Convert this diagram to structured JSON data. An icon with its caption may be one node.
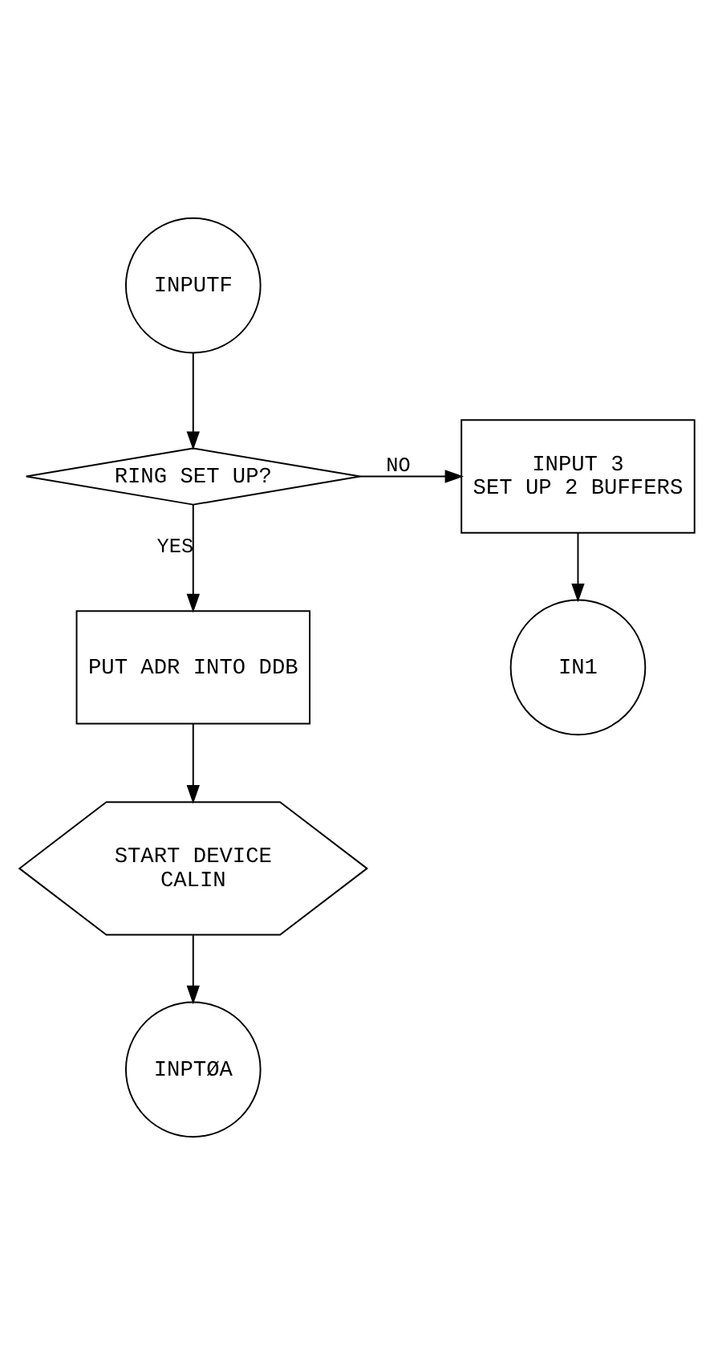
{
  "diagram": {
    "nodes": [
      {
        "text": [
          "INPUTF"
        ]
      },
      {
        "text": [
          "RING SET UP?"
        ]
      },
      {
        "text": [
          "INPUT 3",
          "SET UP 2 BUFFERS"
        ]
      },
      {
        "text": [
          "PUT ADR INTO DDB"
        ]
      },
      {
        "text": [
          "IN1"
        ]
      },
      {
        "text": [
          "START DEVICE",
          "CALIN"
        ]
      },
      {
        "text": [
          "INPTØA"
        ]
      }
    ],
    "edges": [
      {
        "from": 0,
        "to": 1,
        "arrow": "to"
      },
      {
        "from": 1,
        "to": 2,
        "arrow": "to",
        "label": "NO"
      },
      {
        "from": 1,
        "to": 3,
        "arrow": "to",
        "label": "YES"
      },
      {
        "from": 2,
        "to": 4,
        "arrow": "to"
      },
      {
        "from": 3,
        "to": 5,
        "arrow": "to"
      },
      {
        "from": 5,
        "to": 6,
        "arrow": "to"
      }
    ]
  }
}
